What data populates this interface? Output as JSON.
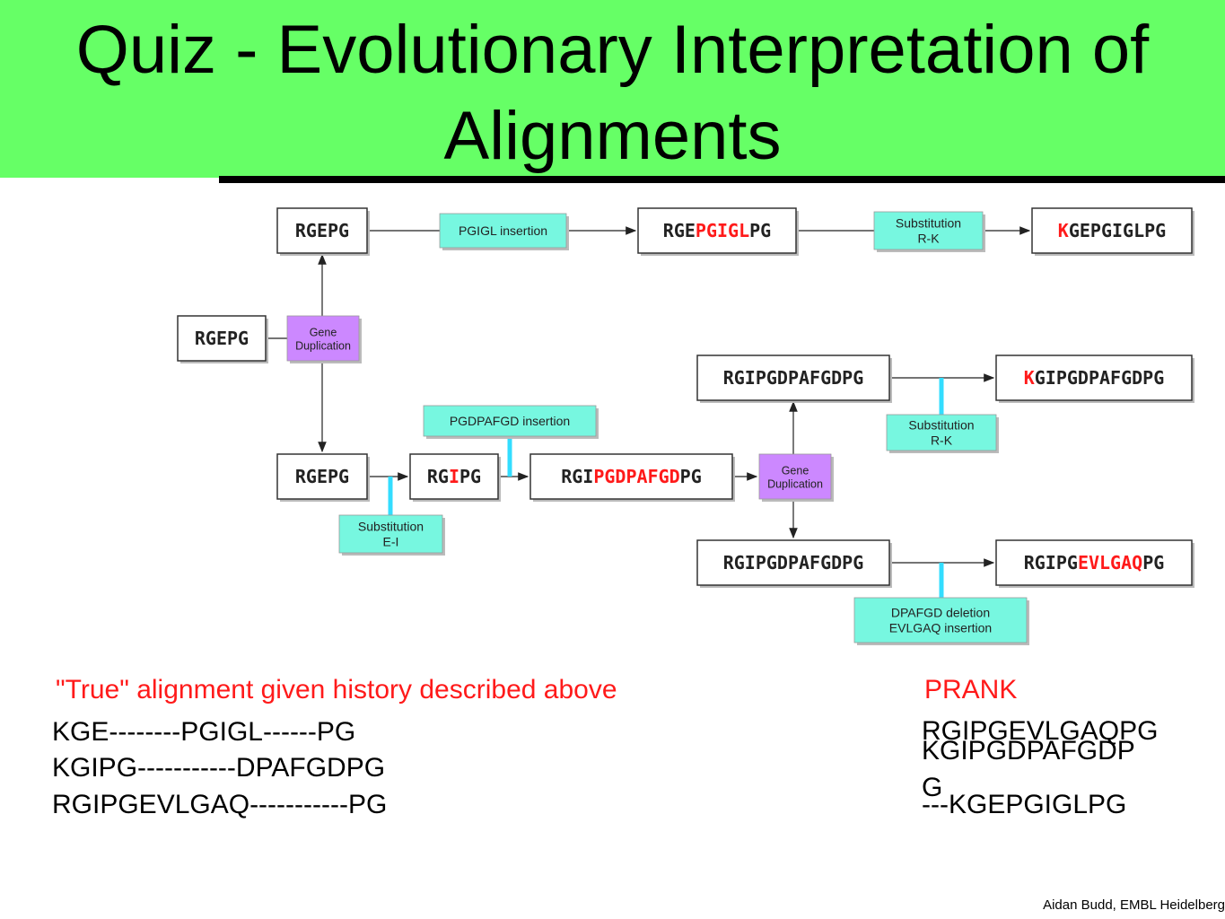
{
  "title": "Quiz - Evolutionary Interpretation of Alignments",
  "colors": {
    "title_bg": "#66ff66",
    "label_bg": "#77f7e0",
    "gene_dup_bg": "#cc88ff",
    "highlight": "#ff1a1a",
    "connector": "#33ddff"
  },
  "diagram": {
    "boxes": [
      {
        "id": "root",
        "segments": [
          {
            "text": "RGEPG",
            "red": false
          }
        ]
      },
      {
        "id": "top1",
        "segments": [
          {
            "text": "RGEPG",
            "red": false
          }
        ]
      },
      {
        "id": "top2",
        "segments": [
          {
            "text": "RGE",
            "red": false
          },
          {
            "text": "PGIGL",
            "red": true
          },
          {
            "text": "PG",
            "red": false
          }
        ]
      },
      {
        "id": "top3",
        "segments": [
          {
            "text": "K",
            "red": true
          },
          {
            "text": "GEPGIGLPG",
            "red": false
          }
        ]
      },
      {
        "id": "mid1",
        "segments": [
          {
            "text": "RGEPG",
            "red": false
          }
        ]
      },
      {
        "id": "mid2",
        "segments": [
          {
            "text": "RG",
            "red": false
          },
          {
            "text": "I",
            "red": true
          },
          {
            "text": "PG",
            "red": false
          }
        ]
      },
      {
        "id": "mid3",
        "segments": [
          {
            "text": "RGI",
            "red": false
          },
          {
            "text": "PGDPAFGD",
            "red": true
          },
          {
            "text": "PG",
            "red": false
          }
        ]
      },
      {
        "id": "up1",
        "segments": [
          {
            "text": "RGIPGDPAFGDPG",
            "red": false
          }
        ]
      },
      {
        "id": "up2",
        "segments": [
          {
            "text": "K",
            "red": true
          },
          {
            "text": "GIPGDPAFGDPG",
            "red": false
          }
        ]
      },
      {
        "id": "low1",
        "segments": [
          {
            "text": "RGIPGDPAFGDPG",
            "red": false
          }
        ]
      },
      {
        "id": "low2",
        "segments": [
          {
            "text": "RGIPG",
            "red": false
          },
          {
            "text": "EVLGAQ",
            "red": true
          },
          {
            "text": "PG",
            "red": false
          }
        ]
      }
    ],
    "events": [
      {
        "id": "ins1",
        "lines": [
          "PGIGL insertion"
        ]
      },
      {
        "id": "sub1",
        "lines": [
          "Substitution",
          "R-K"
        ]
      },
      {
        "id": "dup1",
        "lines": [
          "Gene",
          "Duplication"
        ]
      },
      {
        "id": "ins2",
        "lines": [
          "PGDPAFGD insertion"
        ]
      },
      {
        "id": "sub2",
        "lines": [
          "Substitution",
          "E-I"
        ]
      },
      {
        "id": "dup2",
        "lines": [
          "Gene",
          "Duplication"
        ]
      },
      {
        "id": "sub3",
        "lines": [
          "Substitution",
          "R-K"
        ]
      },
      {
        "id": "del1",
        "lines": [
          "DPAFGD deletion",
          "EVLGAQ insertion"
        ]
      }
    ]
  },
  "true_alignment": {
    "heading": "\"True\" alignment given history described above",
    "rows": [
      "KGE--------PGIGL------PG",
      "KGIPG-----------DPAFGDPG",
      "RGIPGEVLGAQ-----------PG"
    ]
  },
  "prank": {
    "heading": "PRANK",
    "rows": [
      "RGIPGEVLGAQPG",
      "KGIPGDPAFGDP",
      "G",
      "---KGEPGIGLPG"
    ]
  },
  "footer": "Aidan Budd, EMBL Heidelberg"
}
